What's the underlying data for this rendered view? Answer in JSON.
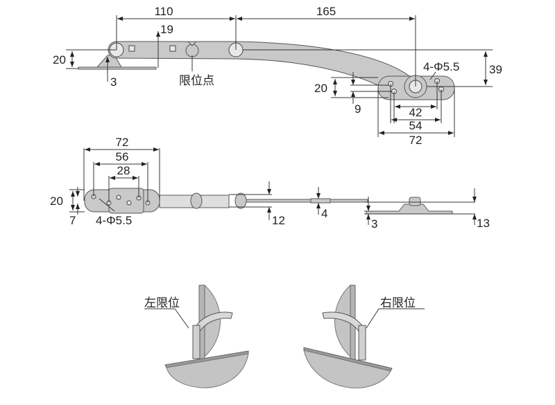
{
  "top_view": {
    "dim_pivot_to_pivot": "110",
    "dim_pivot_to_end": "165",
    "dim_bracket_height": "19",
    "dim_left_height": "20",
    "dim_base_thickness": "3",
    "limit_point_label": "限位点",
    "hole_spec": "4-Φ5.5",
    "dim_drop": "39",
    "dim_right_height": "20",
    "dim_right_offset": "9",
    "dim_hole_42": "42",
    "dim_hole_54": "54",
    "dim_plate_72": "72"
  },
  "side_view": {
    "dim_plate_72": "72",
    "dim_hole_56": "56",
    "dim_hole_28": "28",
    "dim_plate_height": "20",
    "dim_hole_offset": "7",
    "hole_spec": "4-Φ5.5",
    "dim_joint_12": "12",
    "dim_arm_4": "4",
    "dim_base_3": "3",
    "dim_total_13": "13"
  },
  "usage": {
    "left_limit_label": "左限位",
    "right_limit_label": "右限位"
  },
  "colors": {
    "part": "#c9c9c9",
    "line": "#333333"
  }
}
